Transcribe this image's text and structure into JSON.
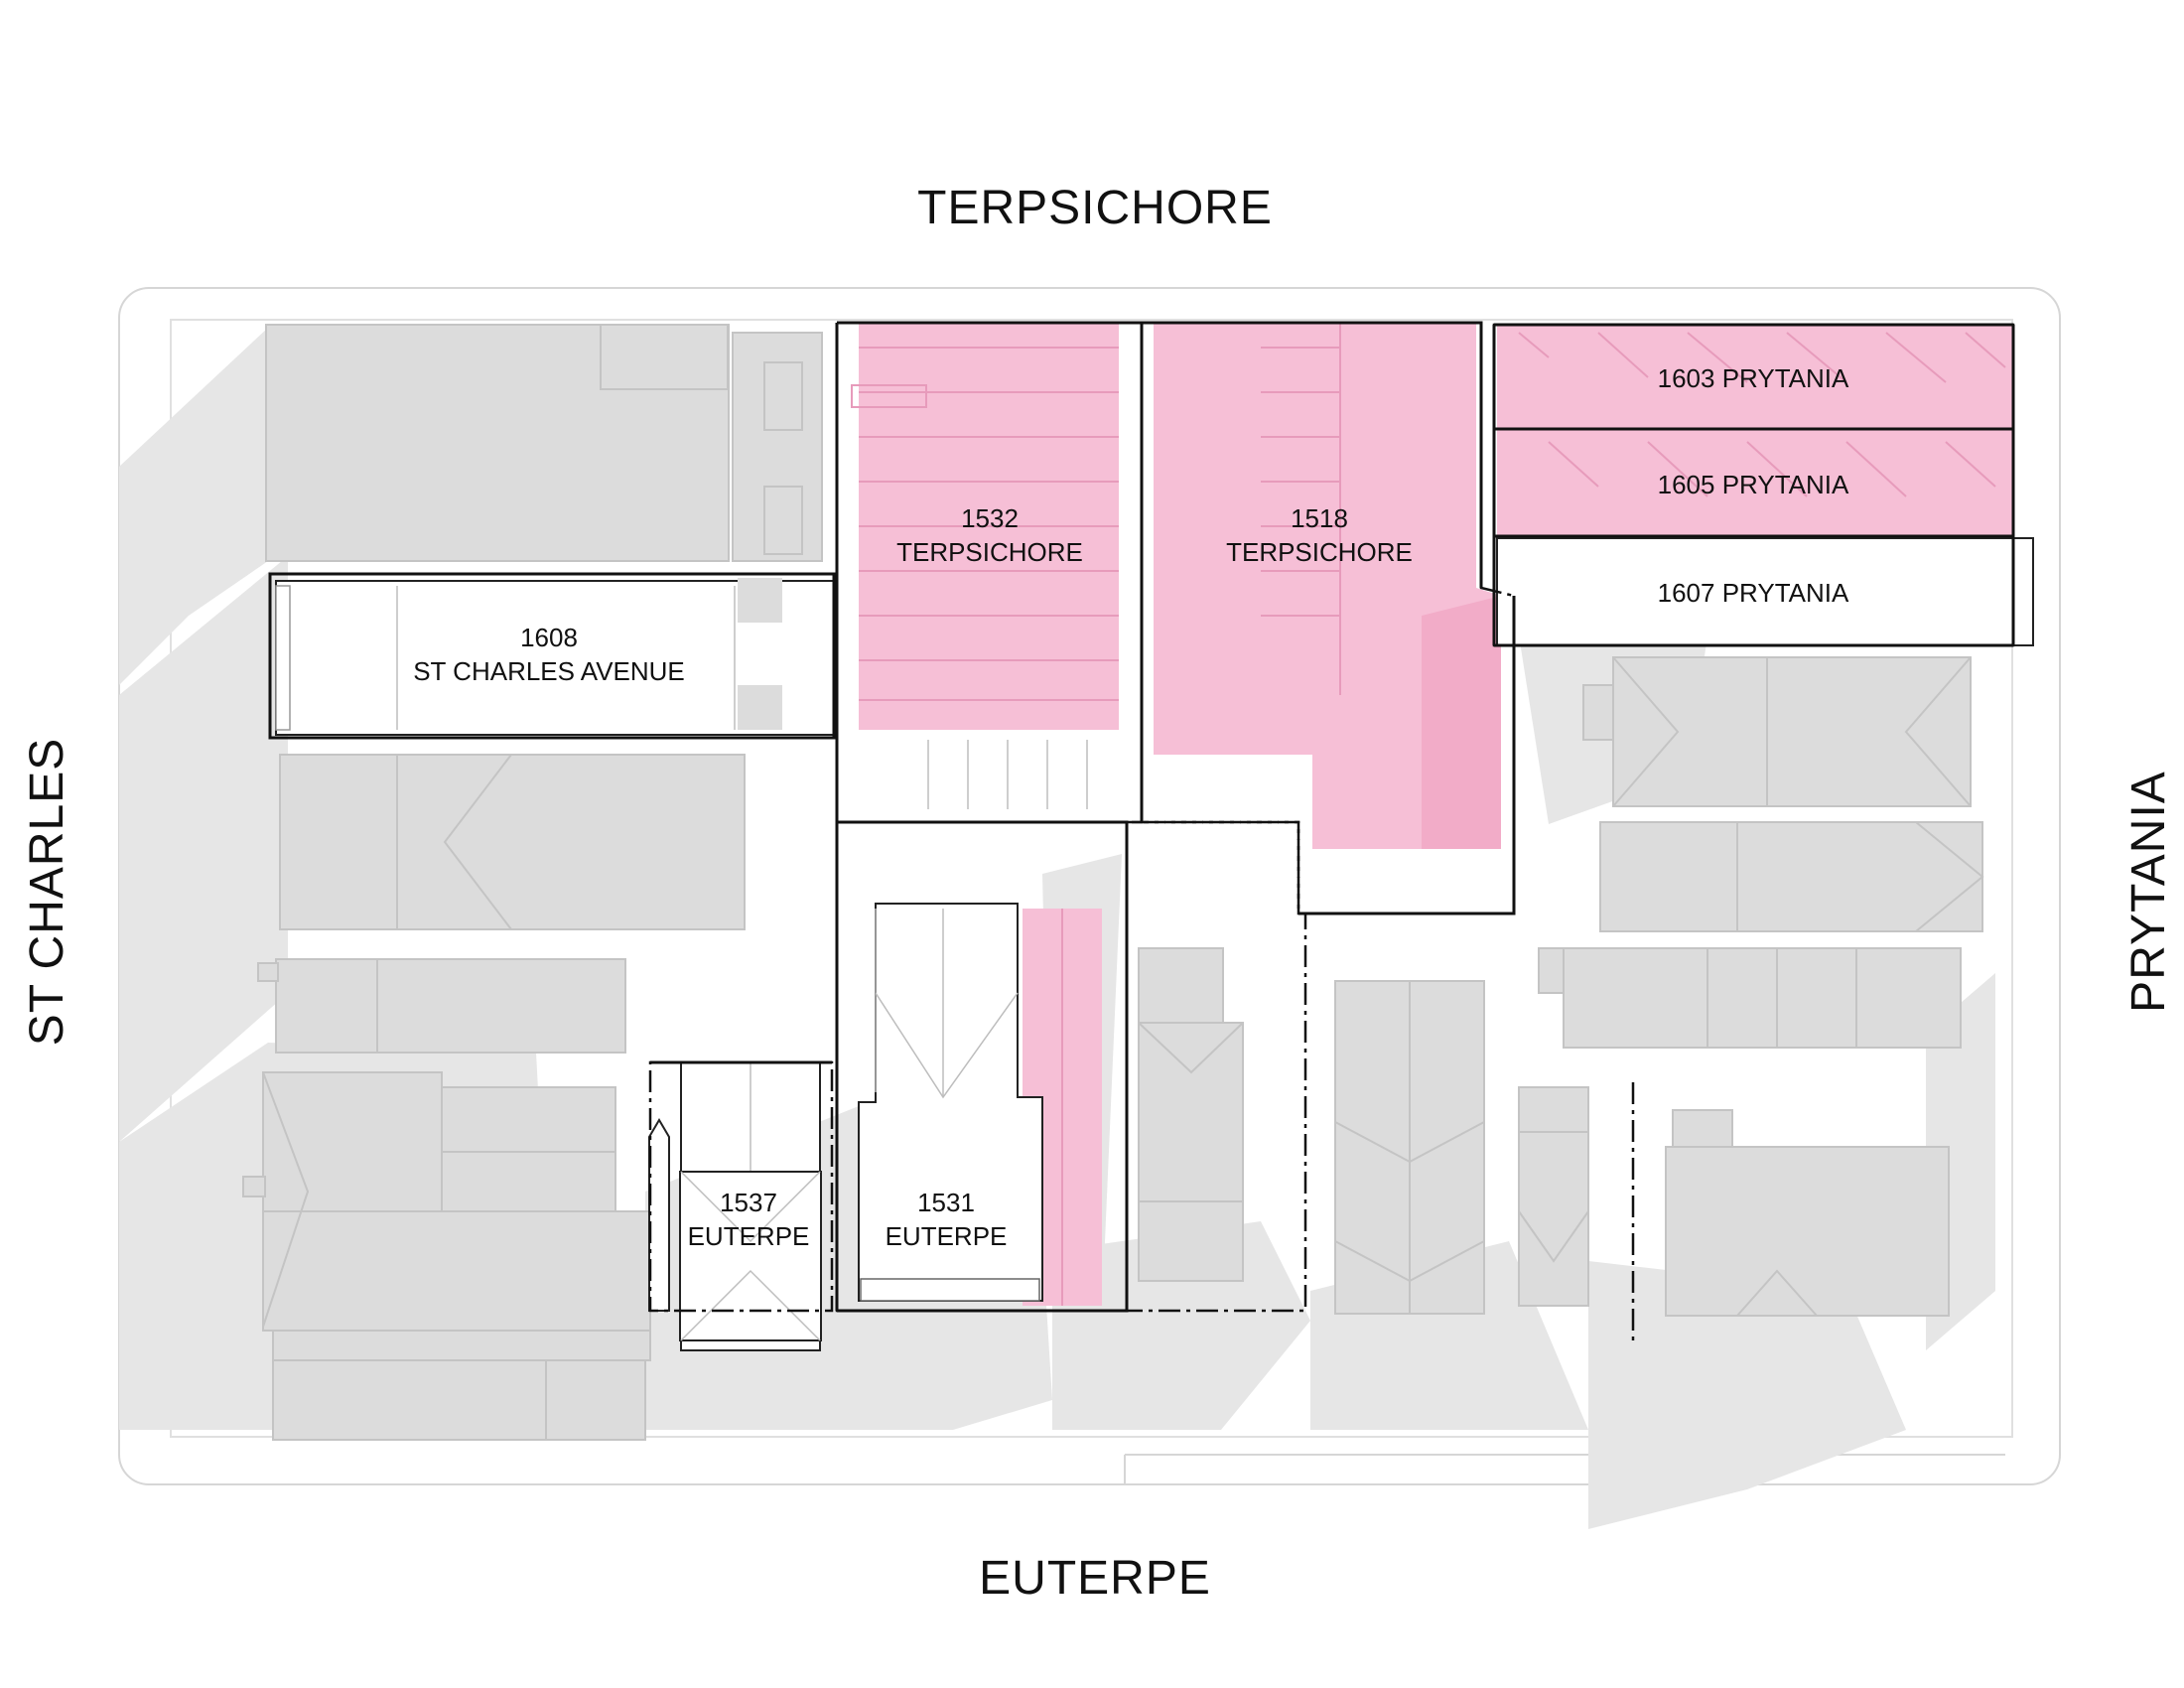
{
  "streets": {
    "north": "TERPSICHORE",
    "south": "EUTERPE",
    "west": "ST CHARLES",
    "east": "PRYTANIA"
  },
  "lots": [
    {
      "id": "lot-1603-prytania",
      "lines": [
        "1603 PRYTANIA"
      ],
      "highlight": "pink"
    },
    {
      "id": "lot-1605-prytania",
      "lines": [
        "1605 PRYTANIA"
      ],
      "highlight": "pink"
    },
    {
      "id": "lot-1607-prytania",
      "lines": [
        "1607 PRYTANIA"
      ],
      "highlight": "none"
    },
    {
      "id": "lot-1532-terpsichore",
      "lines": [
        "1532",
        "TERPSICHORE"
      ],
      "highlight": "pink"
    },
    {
      "id": "lot-1518-terpsichore",
      "lines": [
        "1518",
        "TERPSICHORE"
      ],
      "highlight": "pink"
    },
    {
      "id": "lot-1608-st-charles",
      "lines": [
        "1608",
        "ST CHARLES AVENUE"
      ],
      "highlight": "none"
    },
    {
      "id": "lot-1537-euterpe",
      "lines": [
        "1537",
        "EUTERPE"
      ],
      "highlight": "none"
    },
    {
      "id": "lot-1531-euterpe",
      "lines": [
        "1531",
        "EUTERPE"
      ],
      "highlight": "none"
    }
  ],
  "colors": {
    "highlight_pink": "#f6bfd6",
    "context_building": "#dcdcdc",
    "shadow": "#e6e6e6",
    "outline": "#111111"
  }
}
